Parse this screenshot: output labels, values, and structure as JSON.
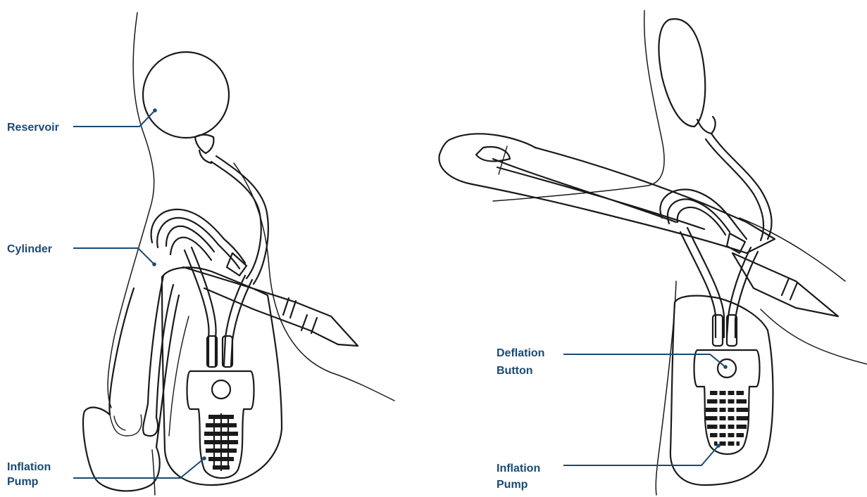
{
  "colors": {
    "ink": "#1a1a1a",
    "label": "#1a4a73",
    "leader": "#1a4a73",
    "background": "#ffffff"
  },
  "labels": {
    "left_reservoir": "Reservoir",
    "left_cylinder": "Cylinder",
    "left_pump_line1": "Inflation",
    "left_pump_line2": "Pump",
    "right_deflation_line1": "Deflation",
    "right_deflation_line2": "Button",
    "right_pump_line1": "Inflation",
    "right_pump_line2": "Pump"
  }
}
